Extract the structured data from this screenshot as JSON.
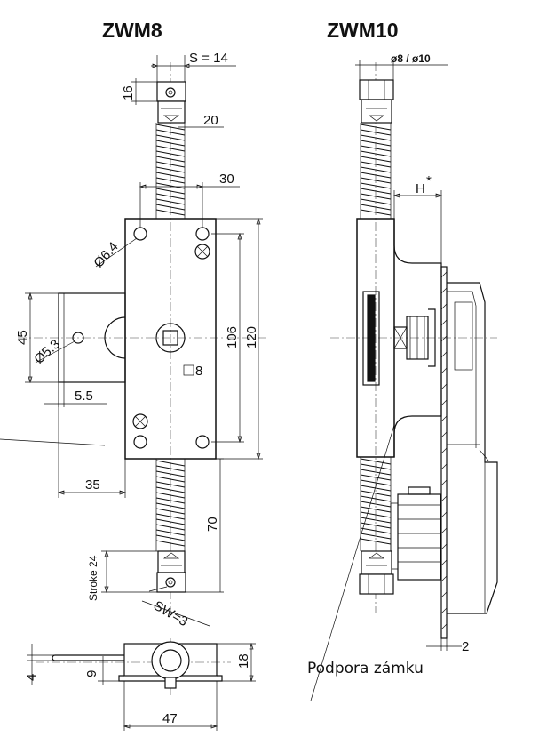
{
  "titles": {
    "left": "ZWM8",
    "right": "ZWM10"
  },
  "dimensions": {
    "s": "S = 14",
    "d16": "16",
    "d20": "20",
    "d30": "30",
    "d64": "Ø6.4",
    "d45": "45",
    "d53": "Ø5.3",
    "d106": "106",
    "d120": "120",
    "sq8": "8",
    "d55": "5.5",
    "d35": "35",
    "d70": "70",
    "stroke": "Stroke 24",
    "sw": "SW=3",
    "d4": "4",
    "d9": "9",
    "d18": "18",
    "d47": "47",
    "diam": "ø8 / ø10",
    "h": "H",
    "hstar": "*",
    "d2": "2"
  },
  "note": {
    "lock_support": "Podpora zámku"
  }
}
